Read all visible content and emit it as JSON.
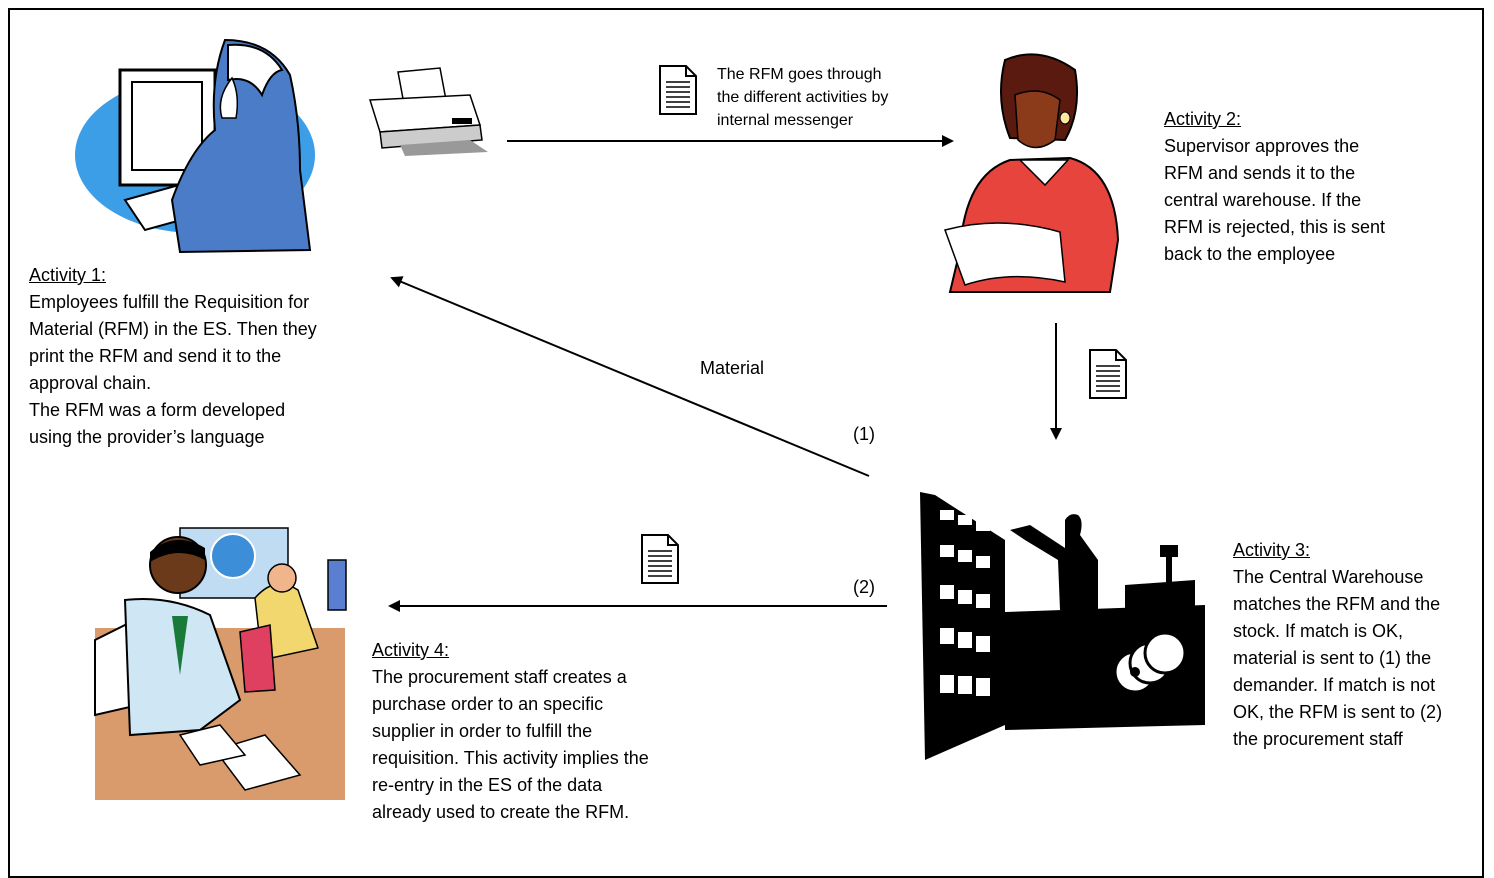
{
  "activity1": {
    "heading": "Activity 1:",
    "lines": [
      "Employees fulfill the Requisition for",
      "Material (RFM) in the ES. Then they",
      "print the RFM and send it to the",
      "approval chain.",
      "The RFM was a form developed",
      "using the provider’s language"
    ]
  },
  "activity2": {
    "heading": "Activity 2:",
    "lines": [
      "Supervisor approves the",
      "RFM and sends it to the",
      "central warehouse. If the",
      "RFM is rejected, this is sent",
      "back to the employee"
    ]
  },
  "activity3": {
    "heading": "Activity 3:",
    "lines": [
      "The Central Warehouse",
      "matches the RFM and the",
      "stock. If match is OK,",
      "material is sent to (1) the",
      "demander. If match is not",
      "OK, the RFM is sent to (2)",
      "the procurement staff"
    ]
  },
  "activity4": {
    "heading": "Activity 4:",
    "lines": [
      "The procurement staff creates a",
      "purchase order to an specific",
      "supplier in order to fulfill the",
      "requisition. This activity implies the",
      "re-entry in the ES of the data",
      "already used to create the RFM."
    ]
  },
  "messenger_note": [
    "The RFM goes through",
    "the different activities by",
    "internal messenger"
  ],
  "material_label": "Material",
  "label_1": "(1)",
  "label_2": "(2)",
  "icons": [
    "computer-user-clipart-icon",
    "printer-icon",
    "supervisor-reading-clipart-icon",
    "warehouse-clipart-icon",
    "procurement-office-clipart-icon",
    "document-icon"
  ]
}
